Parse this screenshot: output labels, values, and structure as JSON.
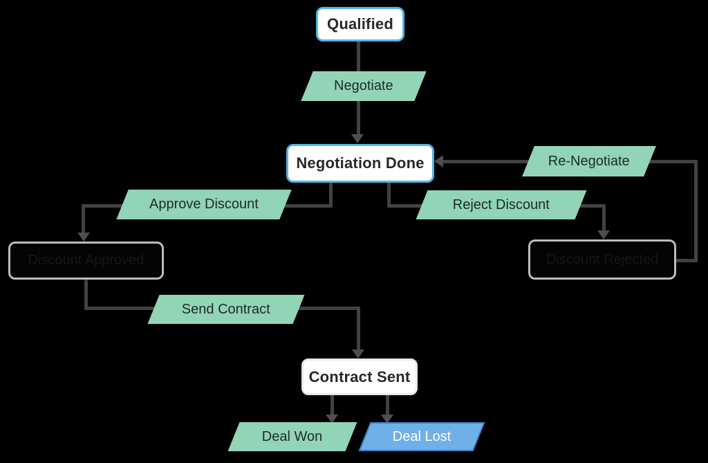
{
  "diagram": {
    "nodes": {
      "qualified": {
        "label": "Qualified",
        "type": "stage"
      },
      "negotiate": {
        "label": "Negotiate",
        "type": "action"
      },
      "negotiation_done": {
        "label": "Negotiation Done",
        "type": "stage"
      },
      "re_negotiate": {
        "label": "Re-Negotiate",
        "type": "action"
      },
      "approve_discount": {
        "label": "Approve Discount",
        "type": "action"
      },
      "reject_discount": {
        "label": "Reject Discount",
        "type": "action"
      },
      "discount_approved": {
        "label": "Discount Approved",
        "type": "stage-dark"
      },
      "discount_rejected": {
        "label": "Discount Rejected",
        "type": "stage-dark"
      },
      "send_contract": {
        "label": "Send Contract",
        "type": "action"
      },
      "contract_sent": {
        "label": "Contract Sent",
        "type": "stage"
      },
      "deal_won": {
        "label": "Deal Won",
        "type": "action"
      },
      "deal_lost": {
        "label": "Deal Lost",
        "type": "action-lost"
      }
    },
    "edges": [
      {
        "from": "Qualified",
        "action": "Negotiate",
        "to": "Negotiation Done"
      },
      {
        "from": "Negotiation Done",
        "action": "Approve Discount",
        "to": "Discount Approved"
      },
      {
        "from": "Negotiation Done",
        "action": "Reject Discount",
        "to": "Discount Rejected"
      },
      {
        "from": "Discount Rejected",
        "action": "Re-Negotiate",
        "to": "Negotiation Done"
      },
      {
        "from": "Discount Approved",
        "action": "Send Contract",
        "to": "Contract Sent"
      },
      {
        "from": "Contract Sent",
        "action": "",
        "to": "Deal Won"
      },
      {
        "from": "Contract Sent",
        "action": "",
        "to": "Deal Lost"
      }
    ],
    "colors": {
      "background": "#000000",
      "stage_fill": "#ffffff",
      "stage_border_blue": "#4fb5e8",
      "stage_border_gray": "#e9e9e9",
      "action_fill_mint": "#92d4b7",
      "action_text_dark": "#1c2b26",
      "dark_stage_fill": "#040404",
      "dark_stage_border": "#bdbdbd",
      "dark_stage_text": "#161616",
      "lost_fill_blue": "#6fb0e8",
      "lost_border_blue": "#3c7dc3",
      "lost_text": "#ffffff",
      "connector_gray": "#424242"
    }
  }
}
